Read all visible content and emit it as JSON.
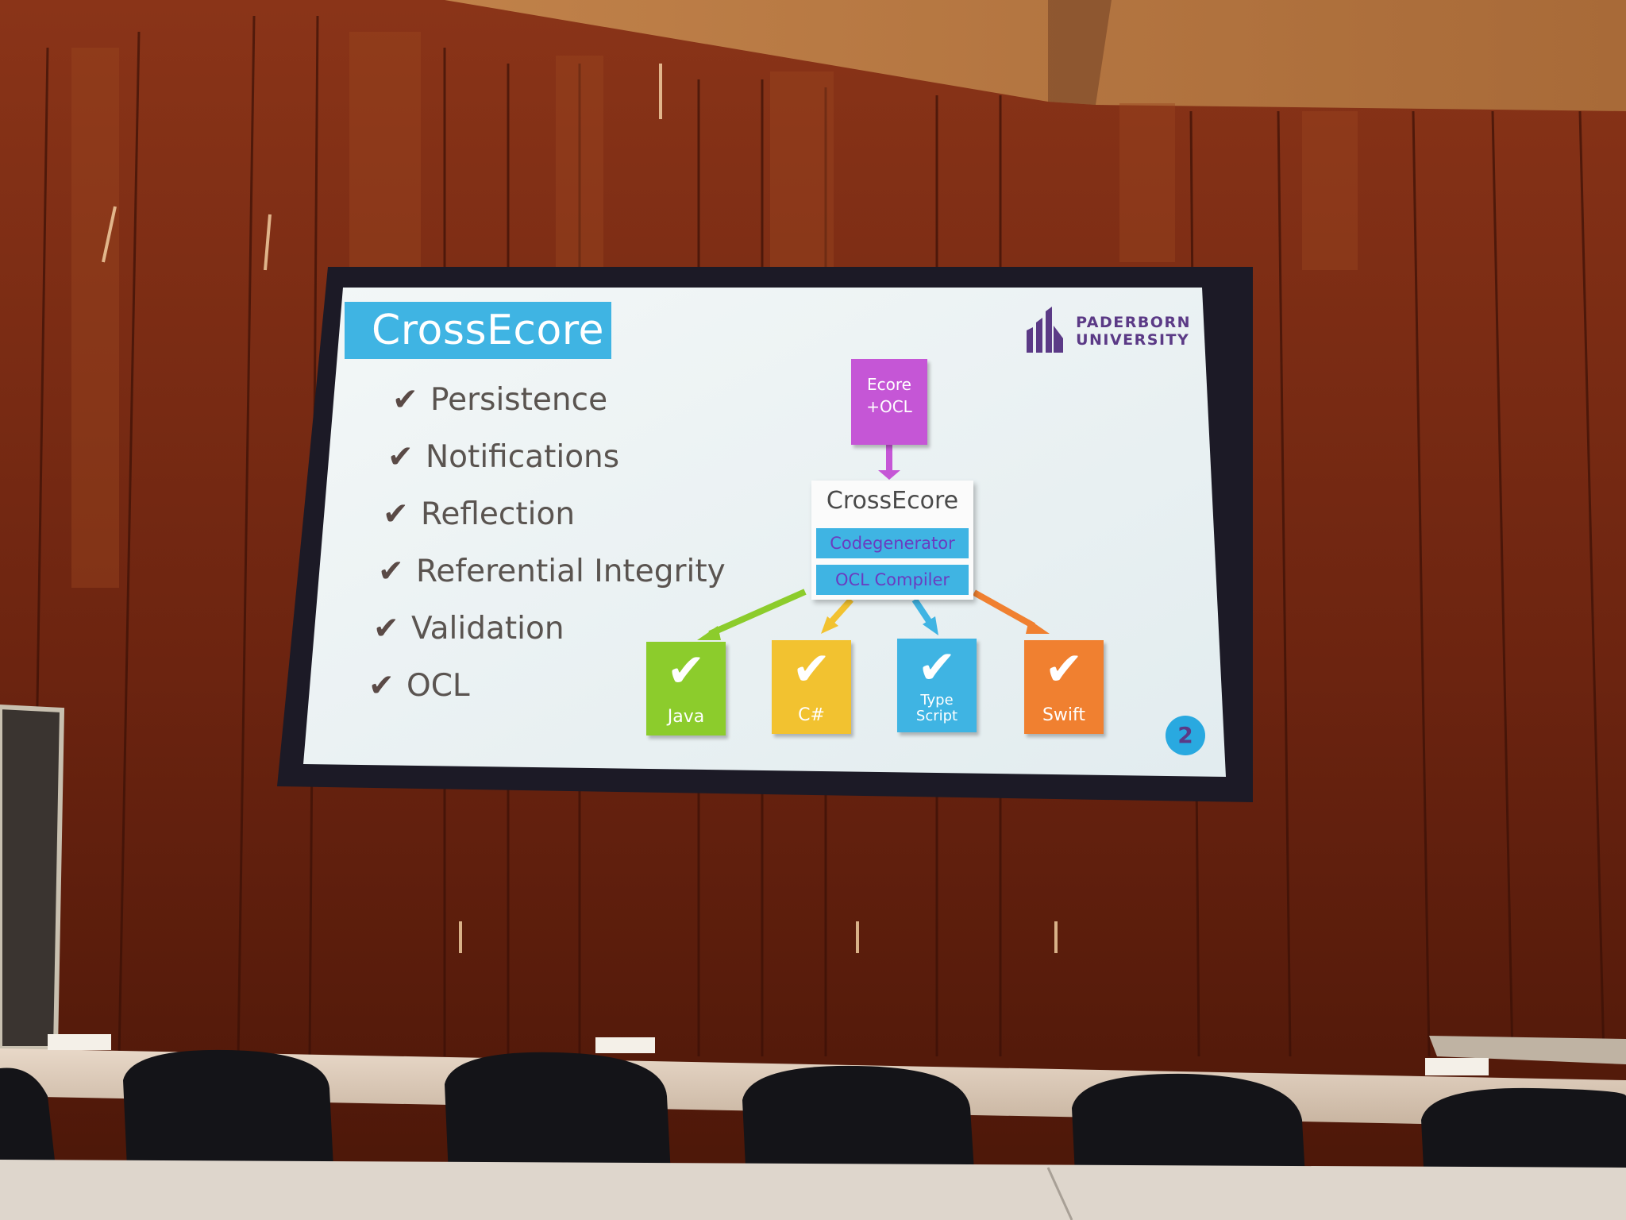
{
  "slide": {
    "title": "CrossEcore",
    "bullets": [
      "Persistence",
      "Notifications",
      "Reflection",
      "Referential Integrity",
      "Validation",
      "OCL"
    ],
    "check_glyph": "✔",
    "logo": {
      "line1": "PADERBORN",
      "line2": "UNIVERSITY",
      "color": "#5b3a86"
    },
    "diagram": {
      "input": {
        "line1": "Ecore",
        "line2": "+OCL",
        "color": "#c556d6"
      },
      "core": {
        "title": "CrossEcore",
        "band1": "Codegenerator",
        "band2": "OCL Compiler"
      },
      "targets": [
        {
          "label": "Java",
          "color": "#8ccc2c"
        },
        {
          "label": "C#",
          "color": "#f2c230"
        },
        {
          "label_line1": "Type",
          "label_line2": "Script",
          "color": "#3fb4e3"
        },
        {
          "label": "Swift",
          "color": "#f08030"
        }
      ],
      "check_glyph": "✔"
    },
    "page_number": "2"
  },
  "colors": {
    "accent_blue": "#3fb4e3",
    "wall": "#7a2a14",
    "screen": "#e8f0f2"
  }
}
